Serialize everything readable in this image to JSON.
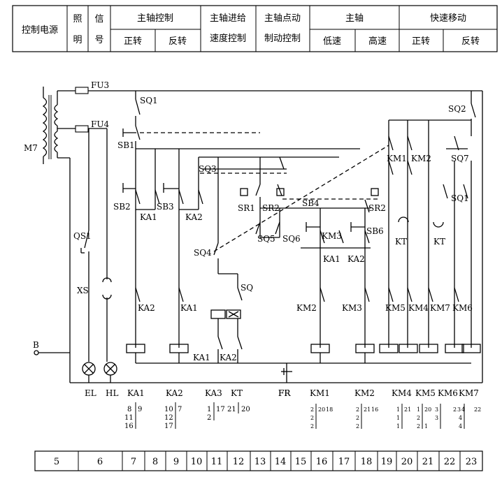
{
  "header": {
    "col1": "控制电源",
    "col2a": "照",
    "col2b": "明",
    "col3a": "信",
    "col3b": "号",
    "spindle_ctrl": "主轴控制",
    "fwd": "正转",
    "rev": "反转",
    "feed_a": "主轴进给",
    "feed_b": "速度控制",
    "jog_a": "主轴点动",
    "jog_b": "制动控制",
    "spindle": "主轴",
    "low": "低速",
    "high": "高速",
    "rapid": "快速移动",
    "rapid_fwd": "正转",
    "rapid_rev": "反转"
  },
  "labels": {
    "fu3": "FU3",
    "fu4": "FU4",
    "m7": "M7",
    "sq1_top": "SQ1",
    "sq2": "SQ2",
    "sb1": "SB1",
    "sq3": "SQ3",
    "km1_c": "KM1",
    "km2_c": "KM2",
    "sq7": "SQ7",
    "sq1_r": "SQ1",
    "sb2": "SB2",
    "sb3": "SB3",
    "ka1_a": "KA1",
    "ka2_a": "KA2",
    "sr1": "SR1",
    "sr2": "SR2",
    "sb4": "SB4",
    "sr2_b": "SR2",
    "sq5": "SQ5",
    "sq6": "SQ6",
    "km3_c": "KM3",
    "sb6": "SB6",
    "kt_1": "KT",
    "kt_2": "KT",
    "qs1": "QS1",
    "sq4": "SQ4",
    "ka1_b": "KA1",
    "ka2_b": "KA2",
    "xs": "XS",
    "sq": "SQ",
    "ka2_c": "KA2",
    "ka1_c": "KA1",
    "km2_n": "KM2",
    "km3_n": "KM3",
    "km5_n": "KM5",
    "km4_n": "KM4",
    "km7_n": "KM7",
    "km6_n": "KM6",
    "b": "B",
    "ka1_d": "KA1",
    "ka2_d": "KA2",
    "fr": "FR"
  },
  "bottom_labels": [
    "EL",
    "HL",
    "KA1",
    "KA2",
    "KA3",
    "KT",
    "FR",
    "KM1",
    "KM2",
    "KM4",
    "KM5",
    "KM6",
    "KM7"
  ],
  "xref": {
    "ka1": [
      "8",
      "9",
      "11",
      "16"
    ],
    "ka2": [
      "10",
      "7",
      "12",
      "17"
    ],
    "ka3": [
      "1",
      "17",
      "2"
    ],
    "kt": [
      "21",
      "20"
    ],
    "km1": [
      "2",
      "20",
      "18",
      "2",
      "2"
    ],
    "km2": [
      "2",
      "21",
      "16",
      "2",
      "2"
    ],
    "km4": [
      "1",
      "21",
      "2",
      "1",
      "1"
    ],
    "km5": [
      "1",
      "20",
      "3",
      "2",
      "3",
      "1"
    ],
    "km6": [
      "2",
      "3",
      "4",
      "4",
      "4"
    ],
    "km7": [
      "22"
    ]
  },
  "footer": [
    "5",
    "6",
    "7",
    "8",
    "9",
    "10",
    "11",
    "12",
    "13",
    "14",
    "15",
    "16",
    "17",
    "18",
    "19",
    "20",
    "21",
    "22",
    "23"
  ]
}
